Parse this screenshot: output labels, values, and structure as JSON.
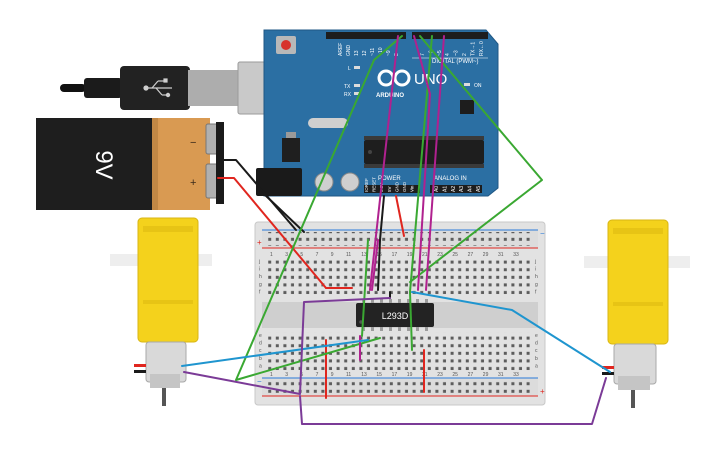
{
  "arduino": {
    "brand": "ARDUINO",
    "model": "UNO",
    "header_digital": "DIGITAL (PWM~)",
    "header_power": "POWER",
    "header_analog": "ANALOG IN",
    "pin_left": [
      "AREF",
      "GND",
      "13",
      "12",
      "~11",
      "~10",
      "~9",
      "8"
    ],
    "pin_right": [
      "7",
      "~6",
      "~5",
      "4",
      "~3",
      "2",
      "TX→1",
      "RX←0"
    ],
    "power_pins": [
      "IOREF",
      "RESET",
      "3.3V",
      "5V",
      "GND",
      "GND",
      "Vin"
    ],
    "analog_pins": [
      "A0",
      "A1",
      "A2",
      "A3",
      "A4",
      "A5"
    ],
    "led_l": "L",
    "led_tx": "TX",
    "led_rx": "RX",
    "on_label": "ON",
    "color_board": "#2b6fa3"
  },
  "battery": {
    "voltage_label": "9V",
    "minus": "−",
    "plus": "+",
    "color_cap": "#d99a52",
    "color_body": "#1e1e1e"
  },
  "chip": {
    "label": "L293D"
  },
  "breadboard": {
    "col_numbers": [
      "1",
      "3",
      "5",
      "7",
      "9",
      "11",
      "13",
      "15",
      "17",
      "19",
      "21",
      "23",
      "25",
      "27",
      "29",
      "31",
      "33"
    ],
    "row_letters_top": [
      "j",
      "i",
      "h",
      "g",
      "f"
    ],
    "row_letters_bottom": [
      "e",
      "d",
      "c",
      "b",
      "a"
    ],
    "rail_plus": "+",
    "rail_minus": "−"
  },
  "colors": {
    "wire_red": "#e0261f",
    "wire_black": "#1a1a1a",
    "wire_green": "#3aa832",
    "wire_magenta": "#b0218f",
    "wire_blue": "#1f95cf",
    "wire_purple": "#7b3b97",
    "motor_yellow": "#f4d21c"
  }
}
